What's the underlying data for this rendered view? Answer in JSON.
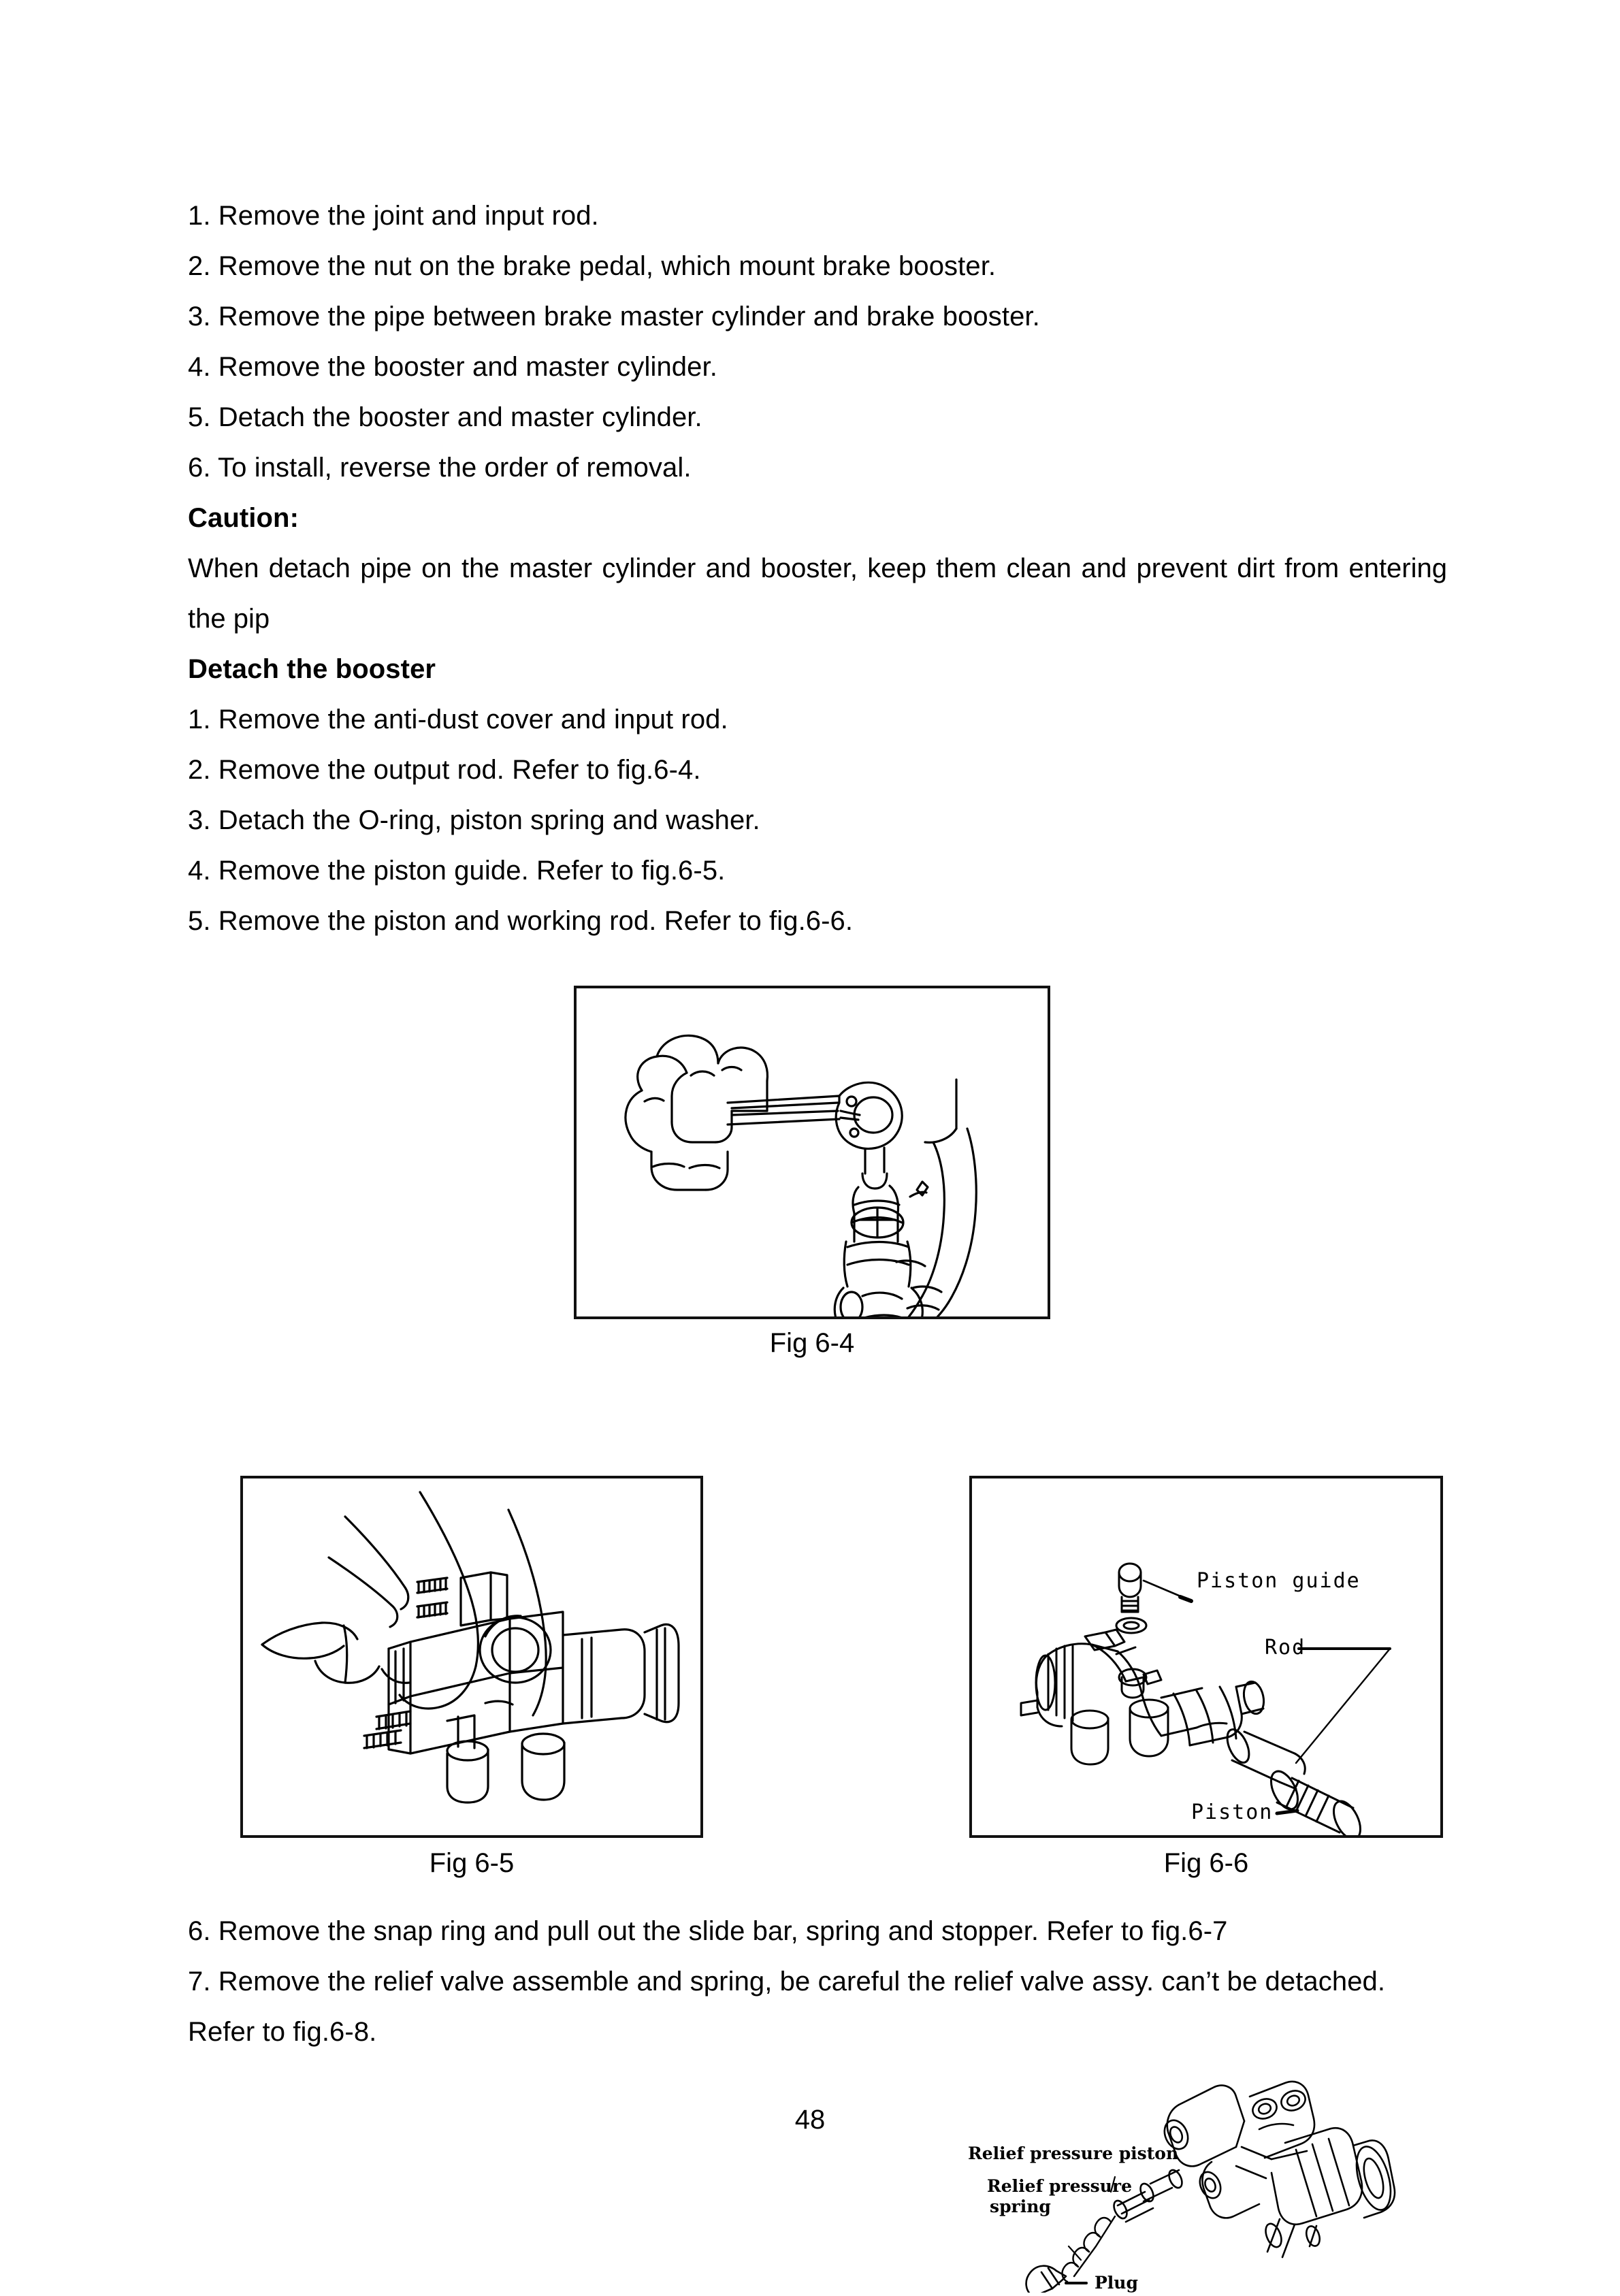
{
  "document": {
    "page_number": "48"
  },
  "body": {
    "steps_group_1": [
      "1. Remove the joint and input rod.",
      "2. Remove the nut on the brake pedal, which mount brake booster.",
      "3. Remove the pipe between brake master cylinder and brake booster.",
      "4. Remove the booster and master cylinder.",
      "5. Detach the booster and master cylinder.",
      "6. To install, reverse the order of removal."
    ],
    "caution_heading": "Caution:",
    "caution_text": "When detach pipe on the master cylinder and booster, keep them clean and prevent dirt from entering the pip",
    "section_heading": "Detach the booster",
    "steps_group_2": [
      "1. Remove the anti-dust cover and input rod.",
      "2. Remove the output rod. Refer to fig.6-4.",
      "3. Detach the O-ring, piston spring and washer.",
      "4. Remove the piston guide. Refer to fig.6-5.",
      "5. Remove the piston and working rod. Refer to fig.6-6."
    ],
    "steps_group_3": [
      "6. Remove the snap ring and pull out the slide bar, spring and stopper. Refer to fig.6-7",
      "7. Remove the relief valve assemble and spring, be careful the relief valve assy. can’t be detached.",
      "Refer to fig.6-8."
    ]
  },
  "figures": {
    "fig_6_4": {
      "caption": "Fig 6-4",
      "description": "Hand using a ratchet wrench on the booster output rod"
    },
    "fig_6_5": {
      "caption": "Fig 6-5",
      "description": "Hands removing the piston guide from the booster body"
    },
    "fig_6_6": {
      "caption": "Fig 6-6",
      "description": "Exploded view of booster showing piston guide, rod and piston",
      "labels": {
        "piston_guide": "Piston guide",
        "rod": "Rod",
        "piston": "Piston"
      }
    },
    "fig_6_8": {
      "description": "Exploded relief valve assembly",
      "labels": {
        "relief_pressure_piston": "Relief pressure piston",
        "relief_pressure_spring_line1": "Relief pressure",
        "relief_pressure_spring_line2": "spring",
        "plug": "Plug"
      }
    }
  }
}
